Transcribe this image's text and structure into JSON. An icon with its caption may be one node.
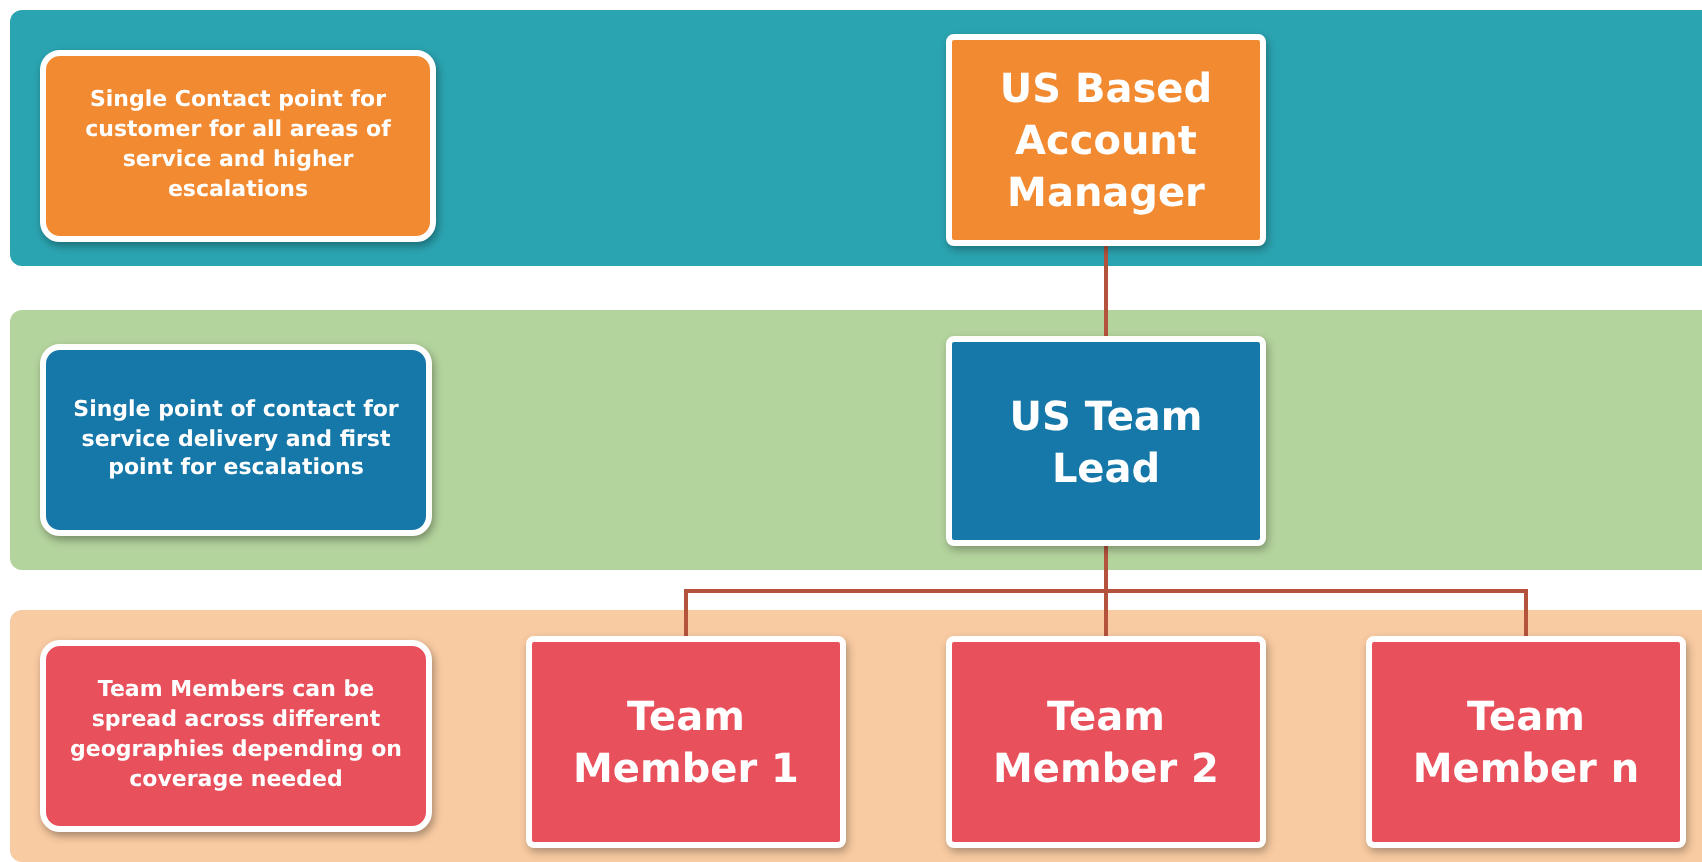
{
  "diagram": {
    "nodes": [
      {
        "text": [],
        "shape": "band"
      },
      {
        "text": [
          "Single Contact point for customer for all areas of service and higher escalations"
        ],
        "in": 0
      },
      {
        "text": [
          "US Based Account Manager"
        ],
        "in": 0
      },
      {
        "text": [],
        "shape": "band"
      },
      {
        "text": [
          "Single point of contact for service delivery and first point for escalations"
        ],
        "in": 3
      },
      {
        "text": [
          "US Team Lead"
        ],
        "in": 3
      },
      {
        "text": [],
        "shape": "band"
      },
      {
        "text": [
          "Team Members can be spread across different geographies depending on coverage needed"
        ],
        "in": 6
      },
      {
        "text": [
          "Team Member 1"
        ],
        "in": 6
      },
      {
        "text": [
          "Team Member 2"
        ],
        "in": 6
      },
      {
        "text": [
          "Team Member n"
        ],
        "in": 6
      }
    ],
    "edges": [
      {
        "from": 2,
        "to": 5,
        "arrow": "none"
      },
      {
        "from": 5,
        "to": 8,
        "arrow": "none"
      },
      {
        "from": 5,
        "to": 9,
        "arrow": "none"
      },
      {
        "from": 5,
        "to": 10,
        "arrow": "none"
      }
    ]
  }
}
